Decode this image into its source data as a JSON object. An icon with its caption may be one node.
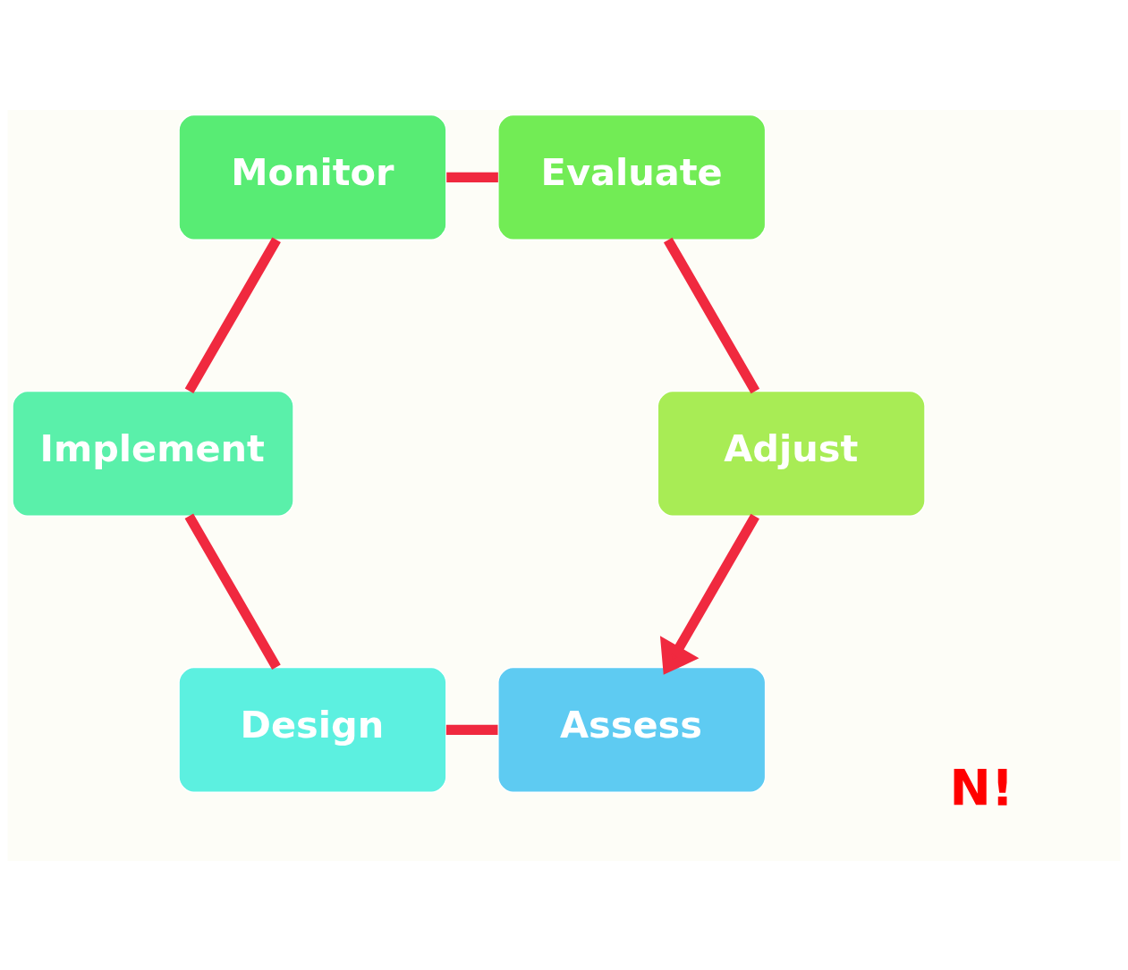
{
  "diagram": {
    "nodes": [
      {
        "text": [
          "Assess"
        ]
      },
      {
        "text": [
          "Design"
        ]
      },
      {
        "text": [
          "Implement"
        ]
      },
      {
        "text": [
          "Monitor"
        ]
      },
      {
        "text": [
          "Evaluate"
        ]
      },
      {
        "text": [
          "Adjust"
        ]
      }
    ],
    "edges": [
      {
        "from": 0,
        "to": 1,
        "arrow": "none"
      },
      {
        "from": 1,
        "to": 2,
        "arrow": "none"
      },
      {
        "from": 2,
        "to": 3,
        "arrow": "none"
      },
      {
        "from": 3,
        "to": 4,
        "arrow": "none"
      },
      {
        "from": 4,
        "to": 5,
        "arrow": "none"
      },
      {
        "from": 5,
        "to": 0,
        "arrow": "to"
      }
    ],
    "labels": [
      "N!"
    ]
  }
}
